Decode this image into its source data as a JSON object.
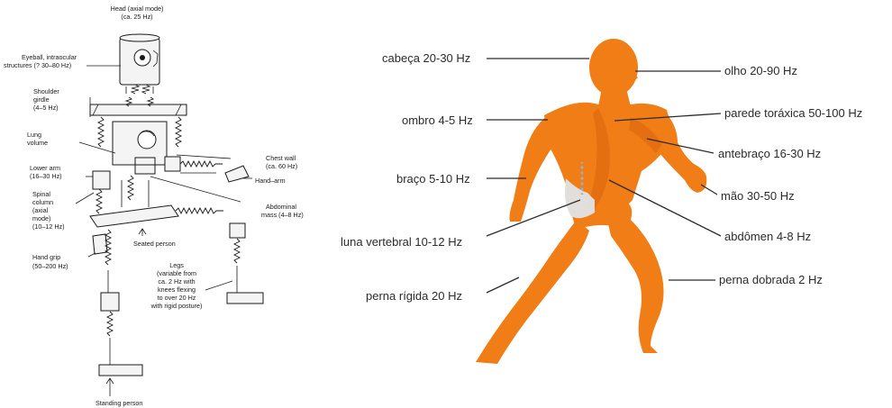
{
  "left_diagram": {
    "labels": {
      "head": [
        "Head (axial mode)",
        "(ca. 25 Hz)"
      ],
      "eyeball": [
        "Eyeball, intraocular",
        "structures (? 30–80 Hz)"
      ],
      "shoulder": [
        "Shoulder",
        "girdle",
        "(4–5 Hz)"
      ],
      "lung": [
        "Lung",
        "volume"
      ],
      "chest": [
        "Chest wall",
        "(ca. 60 Hz)"
      ],
      "lower_arm": [
        "Lower arm",
        "(16–30 Hz)"
      ],
      "spinal": [
        "Spinal",
        "column",
        "(axial",
        "mode)",
        "(10–12 Hz)"
      ],
      "hand_arm": "Hand–arm",
      "abdominal": [
        "Abdominal",
        "mass (4–8 Hz)"
      ],
      "seated": "Seated person",
      "hand_grip": [
        "Hand grip",
        "(50–200 Hz)"
      ],
      "legs": [
        "Legs",
        "(variable from",
        "ca. 2 Hz with",
        "knees flexing",
        "to over 20 Hz",
        "with rigid posture)"
      ],
      "standing": "Standing person"
    }
  },
  "right_diagram": {
    "body_color": "#f07d16",
    "labels": {
      "cabeca": "cabeça 20-30 Hz",
      "olho": "olho 20-90 Hz",
      "ombro": "ombro 4-5 Hz",
      "parede": "parede toráxica 50-100 Hz",
      "antebraco": "antebraço 16-30 Hz",
      "braco": "braço 5-10 Hz",
      "mao": "mão 30-50 Hz",
      "coluna": "luna vertebral 10-12 Hz",
      "abdomen": "abdômen 4-8 Hz",
      "perna_dobrada": "perna dobrada 2 Hz",
      "perna_rigida": "perna rígida 20 Hz"
    }
  }
}
